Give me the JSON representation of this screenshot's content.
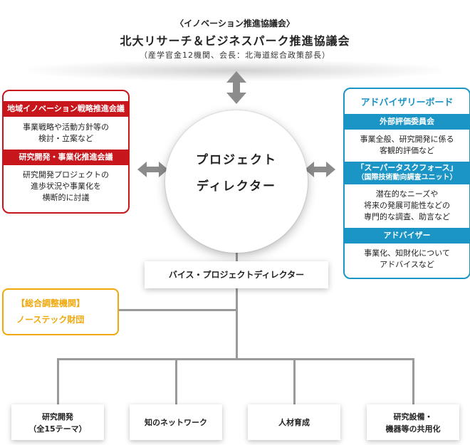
{
  "top_council": {
    "line1": "〈イノベーション推進協議会〉",
    "line2": "北大リサーチ＆ビジネスパーク推進協議会",
    "line3": "（産学官金12機関、会長：北海道総合政策部長）"
  },
  "left_box": {
    "section1_title": "地域イノベーション戦略推進会議",
    "section1_line1": "事業戦略や活動方針等の",
    "section1_line2": "検討・立案など",
    "section2_title": "研究開発・事業化推進会議",
    "section2_line1": "研究開発プロジェクトの",
    "section2_line2": "進歩状況や事業化を",
    "section2_line3": "横断的に討議"
  },
  "center": {
    "line1": "プロジェクト",
    "line2": "ディレクター"
  },
  "right_box": {
    "title": "アドバイザリーボード",
    "s1_title": "外部評価委員会",
    "s1_line1": "事業全般、研究開発に係る",
    "s1_line2": "客観的評価など",
    "s2_title1": "「スーパータスクフォース」",
    "s2_title2": "（国際技術動向調査ユニット）",
    "s2_line1": "潜在的なニーズや",
    "s2_line2": "将来の発展可能性などの",
    "s2_line3": "専門的な調査、助言など",
    "s3_title": "アドバイザー",
    "s3_line1": "事業化、知財化について",
    "s3_line2": "アドバイスなど"
  },
  "vice_pd": "バイス・プロジェクトディレクター",
  "coordinator": {
    "line1": "【総合調整機関】",
    "line2": "ノーステック財団"
  },
  "bottom": {
    "b1_line1": "研究開発",
    "b1_line2": "（全15テーマ）",
    "b2": "知のネットワーク",
    "b3": "人材育成",
    "b4_line1": "研究設備・",
    "b4_line2": "機器等の共用化"
  },
  "colors": {
    "red": "#c8161d",
    "blue": "#1a95c6",
    "orange": "#f0a80c",
    "line": "#9a9a9a",
    "arrow": "#8c8c8c"
  }
}
